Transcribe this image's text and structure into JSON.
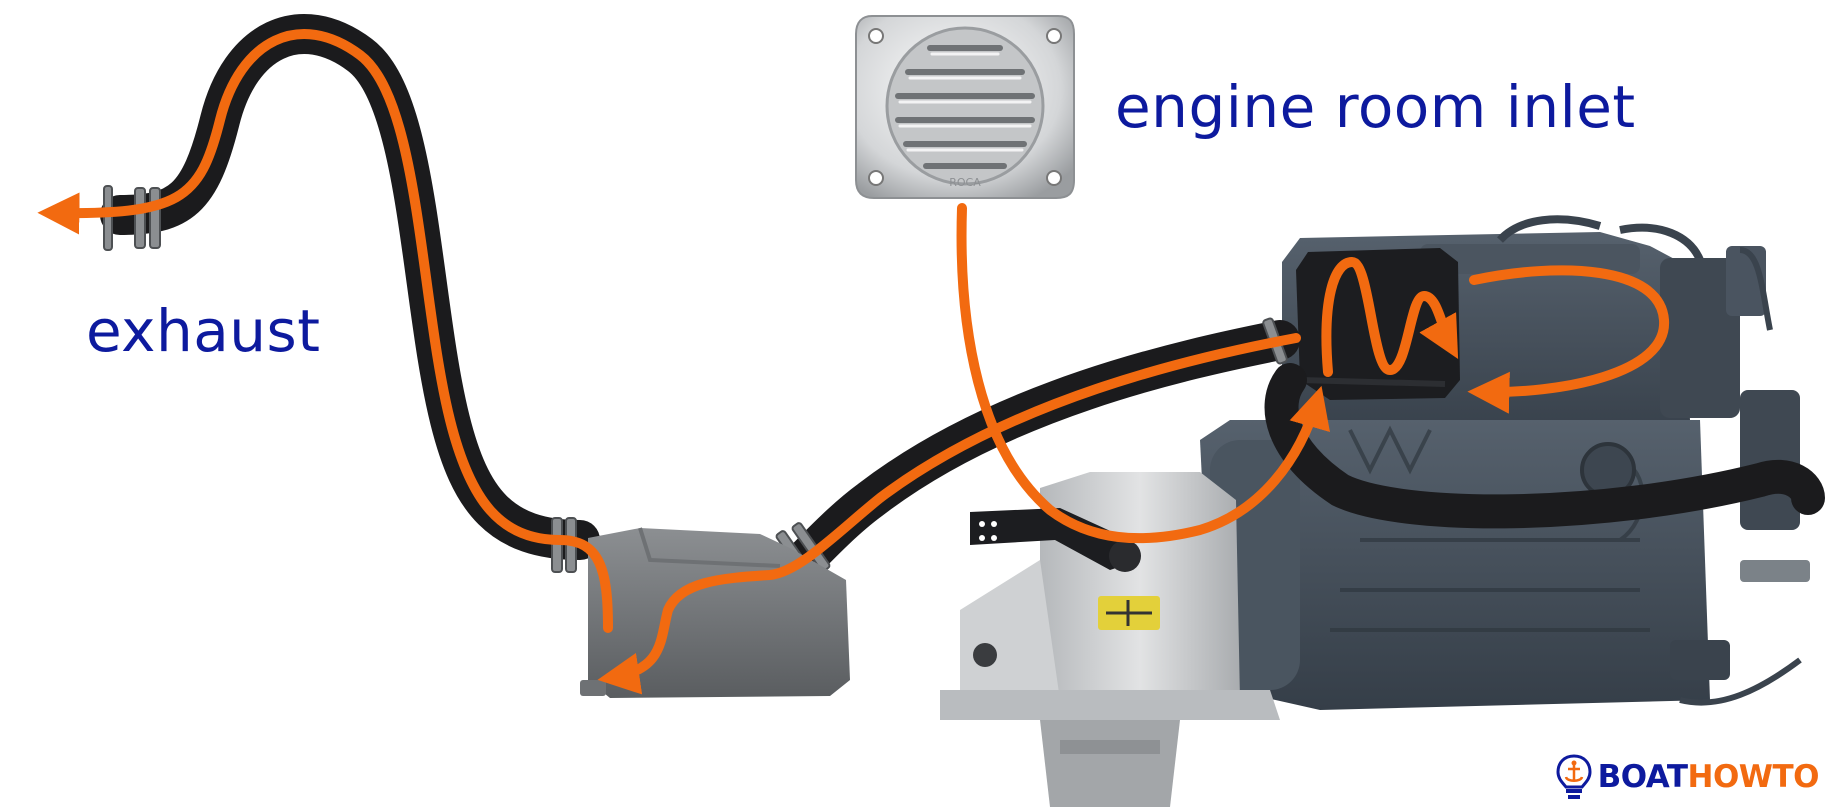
{
  "labels": {
    "exhaust": "exhaust",
    "inlet": "engine room inlet"
  },
  "brand": {
    "part1": "BOAT",
    "part2": "HOWTO",
    "vent_stamp": "ROCA"
  },
  "colors": {
    "label_text": "#0d1a9e",
    "flow_arrow": "#f26a10",
    "hose": "#1b1b1d",
    "engine": "#45505c",
    "saildrive": "#c9cbcd",
    "vent": "#d7d9db"
  },
  "icons": [
    "anchor-lightbulb-icon",
    "arrow-icon"
  ]
}
